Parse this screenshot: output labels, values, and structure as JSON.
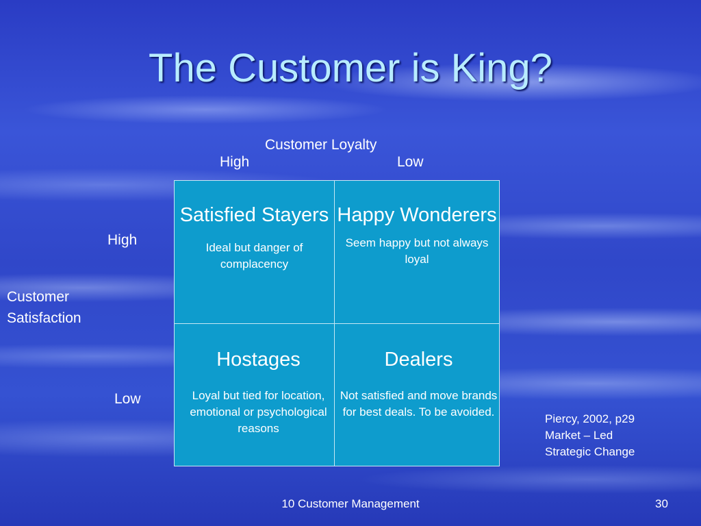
{
  "slide": {
    "title": "The Customer is King?",
    "footer": "10 Customer Management",
    "page_number": "30"
  },
  "axes": {
    "column_axis_label": "Customer Loyalty",
    "column_high": "High",
    "column_low": "Low",
    "row_axis_label": "Customer Satisfaction",
    "row_high": "High",
    "row_low": "Low"
  },
  "matrix": {
    "cells": [
      {
        "title": "Satisfied Stayers",
        "description": "Ideal but danger of complacency"
      },
      {
        "title": "Happy Wonderers",
        "description": "Seem happy but not always loyal"
      },
      {
        "title": "Hostages",
        "description": "Loyal but tied for location, emotional or psychological reasons"
      },
      {
        "title": "Dealers",
        "description": "Not satisfied and move brands for best deals. To be avoided."
      }
    ],
    "fill_color": "#0e9ccd"
  },
  "citation": "Piercy, 2002, p29\nMarket – Led\nStrategic Change",
  "colors": {
    "background": "#2b3fc0",
    "title": "#b8ecff",
    "text": "#ffffff"
  }
}
